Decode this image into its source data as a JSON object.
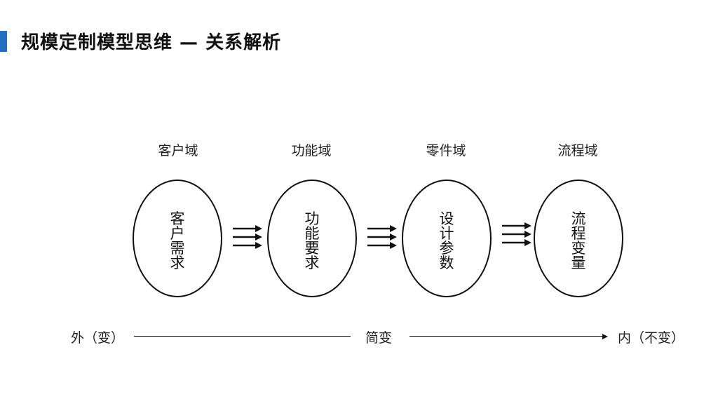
{
  "header": {
    "title": "规模定制模型思维 — 关系解析"
  },
  "domains": [
    {
      "label": "客户域",
      "content": "客户需求"
    },
    {
      "label": "功能域",
      "content": "功能要求"
    },
    {
      "label": "零件域",
      "content": "设计参数"
    },
    {
      "label": "流程域",
      "content": "流程变量"
    }
  ],
  "axis": {
    "left_label": "外（变）",
    "middle_label": "简变",
    "right_label": "内（不变）"
  },
  "colors": {
    "accent": "#1f6fc1",
    "ink": "#111111"
  }
}
